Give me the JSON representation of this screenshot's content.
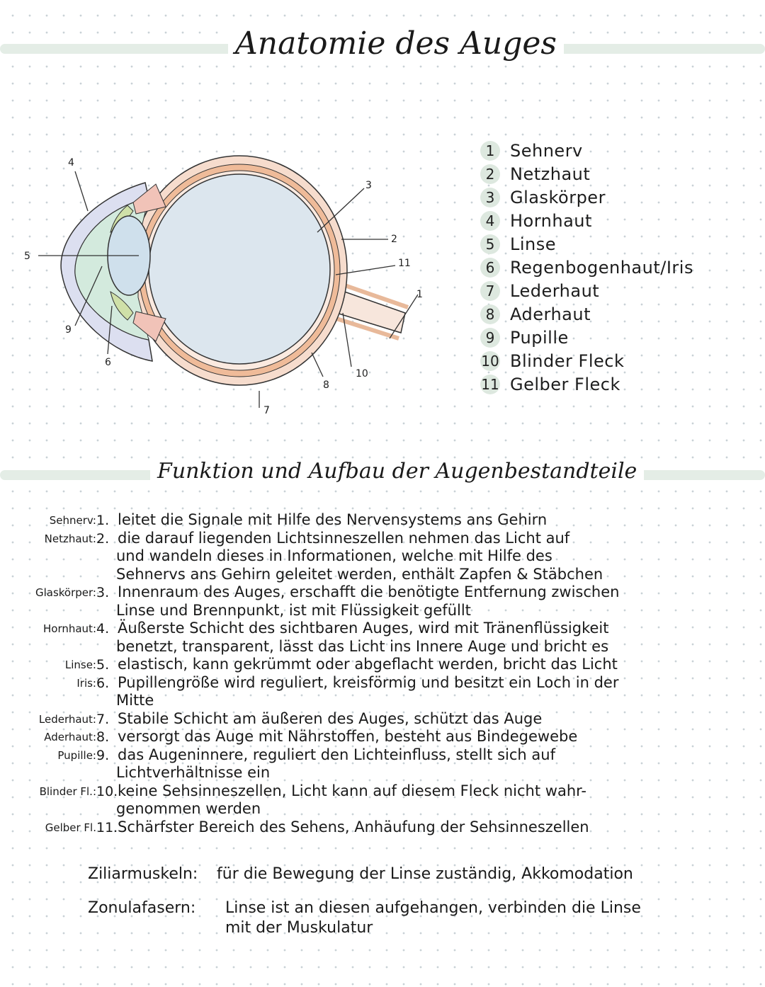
{
  "title": "Anatomie des Auges",
  "subtitle": "Funktion und Aufbau der Augenbestandteile",
  "diagram": {
    "callouts": [
      "1",
      "2",
      "3",
      "4",
      "5",
      "6",
      "7",
      "8",
      "9",
      "10",
      "11"
    ]
  },
  "legend": [
    {
      "num": "1",
      "label": "Sehnerv"
    },
    {
      "num": "2",
      "label": "Netzhaut"
    },
    {
      "num": "3",
      "label": "Glaskörper"
    },
    {
      "num": "4",
      "label": "Hornhaut"
    },
    {
      "num": "5",
      "label": "Linse"
    },
    {
      "num": "6",
      "label": "Regenbogenhaut/Iris"
    },
    {
      "num": "7",
      "label": "Lederhaut"
    },
    {
      "num": "8",
      "label": "Aderhaut"
    },
    {
      "num": "9",
      "label": "Pupille"
    },
    {
      "num": "10",
      "label": "Blinder Fleck"
    },
    {
      "num": "11",
      "label": "Gelber Fleck"
    }
  ],
  "functions": [
    {
      "term": "Sehnerv:",
      "num": "1.",
      "lines": [
        "leitet die Signale mit Hilfe des Nervensystems ans Gehirn"
      ]
    },
    {
      "term": "Netzhaut:",
      "num": "2.",
      "lines": [
        "die darauf liegenden Lichtsinneszellen nehmen das Licht auf",
        "und wandeln dieses in Informationen, welche mit Hilfe des",
        "Sehnervs ans Gehirn geleitet werden, enthält Zapfen & Stäbchen"
      ]
    },
    {
      "term": "Glaskörper:",
      "num": "3.",
      "lines": [
        "Innenraum des Auges, erschafft die benötigte Entfernung zwischen",
        "Linse und Brennpunkt, ist mit Flüssigkeit gefüllt"
      ]
    },
    {
      "term": "Hornhaut:",
      "num": "4.",
      "lines": [
        "Äußerste Schicht des sichtbaren Auges, wird mit Tränenflüssigkeit",
        "benetzt, transparent, lässt das Licht ins Innere Auge und bricht es"
      ]
    },
    {
      "term": "Linse:",
      "num": "5.",
      "lines": [
        "elastisch, kann gekrümmt oder abgeflacht werden, bricht das Licht"
      ]
    },
    {
      "term": "Iris:",
      "num": "6.",
      "lines": [
        "Pupillengröße wird reguliert, kreisförmig und besitzt ein Loch in der",
        "Mitte"
      ]
    },
    {
      "term": "Lederhaut:",
      "num": "7.",
      "lines": [
        "Stabile Schicht am äußeren des Auges, schützt das Auge"
      ]
    },
    {
      "term": "Aderhaut:",
      "num": "8.",
      "lines": [
        "versorgt das Auge mit Nährstoffen, besteht aus Bindegewebe"
      ]
    },
    {
      "term": "Pupille:",
      "num": "9.",
      "lines": [
        "das Augeninnere, reguliert den Lichteinfluss, stellt sich auf",
        "Lichtverhältnisse ein"
      ]
    },
    {
      "term": "Blinder Fl.:",
      "num": "10.",
      "lines": [
        "keine Sehsinneszellen, Licht kann auf diesem Fleck nicht wahr-",
        "genommen werden"
      ]
    },
    {
      "term": "Gelber Fl.",
      "num": "11.",
      "lines": [
        "Schärfster Bereich des Sehens, Anhäufung der Sehsinneszellen"
      ]
    }
  ],
  "extras": [
    {
      "term": "Ziliarmuskeln:",
      "lines": [
        "für die Bewegung der Linse zuständig, Akkomodation"
      ]
    },
    {
      "term": "Zonulafasern:",
      "lines": [
        "Linse ist an diesen aufgehangen, verbinden die Linse",
        "mit der Muskulatur"
      ]
    }
  ]
}
